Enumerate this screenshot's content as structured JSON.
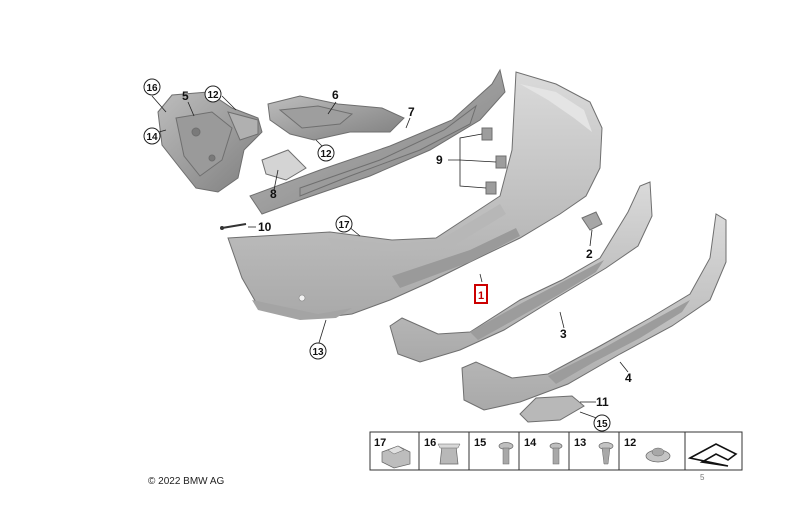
{
  "callouts": {
    "c1": "1",
    "c2": "2",
    "c3": "3",
    "c4": "4",
    "c5": "5",
    "c6": "6",
    "c7": "7",
    "c8": "8",
    "c9": "9",
    "c10": "10",
    "c11": "11",
    "c12a": "12",
    "c12b": "12",
    "c13": "13",
    "c14": "14",
    "c15": "15",
    "c16": "16",
    "c17": "17"
  },
  "legend_table": {
    "cells": [
      "17",
      "16",
      "15",
      "14",
      "13",
      "12"
    ]
  },
  "footer": {
    "copyright": "© 2022 BMW AG",
    "page_number": "5"
  },
  "colors": {
    "part_fill": "#c9c9c9",
    "part_dark": "#8c8c8c",
    "highlight_box": "#cc0000"
  }
}
